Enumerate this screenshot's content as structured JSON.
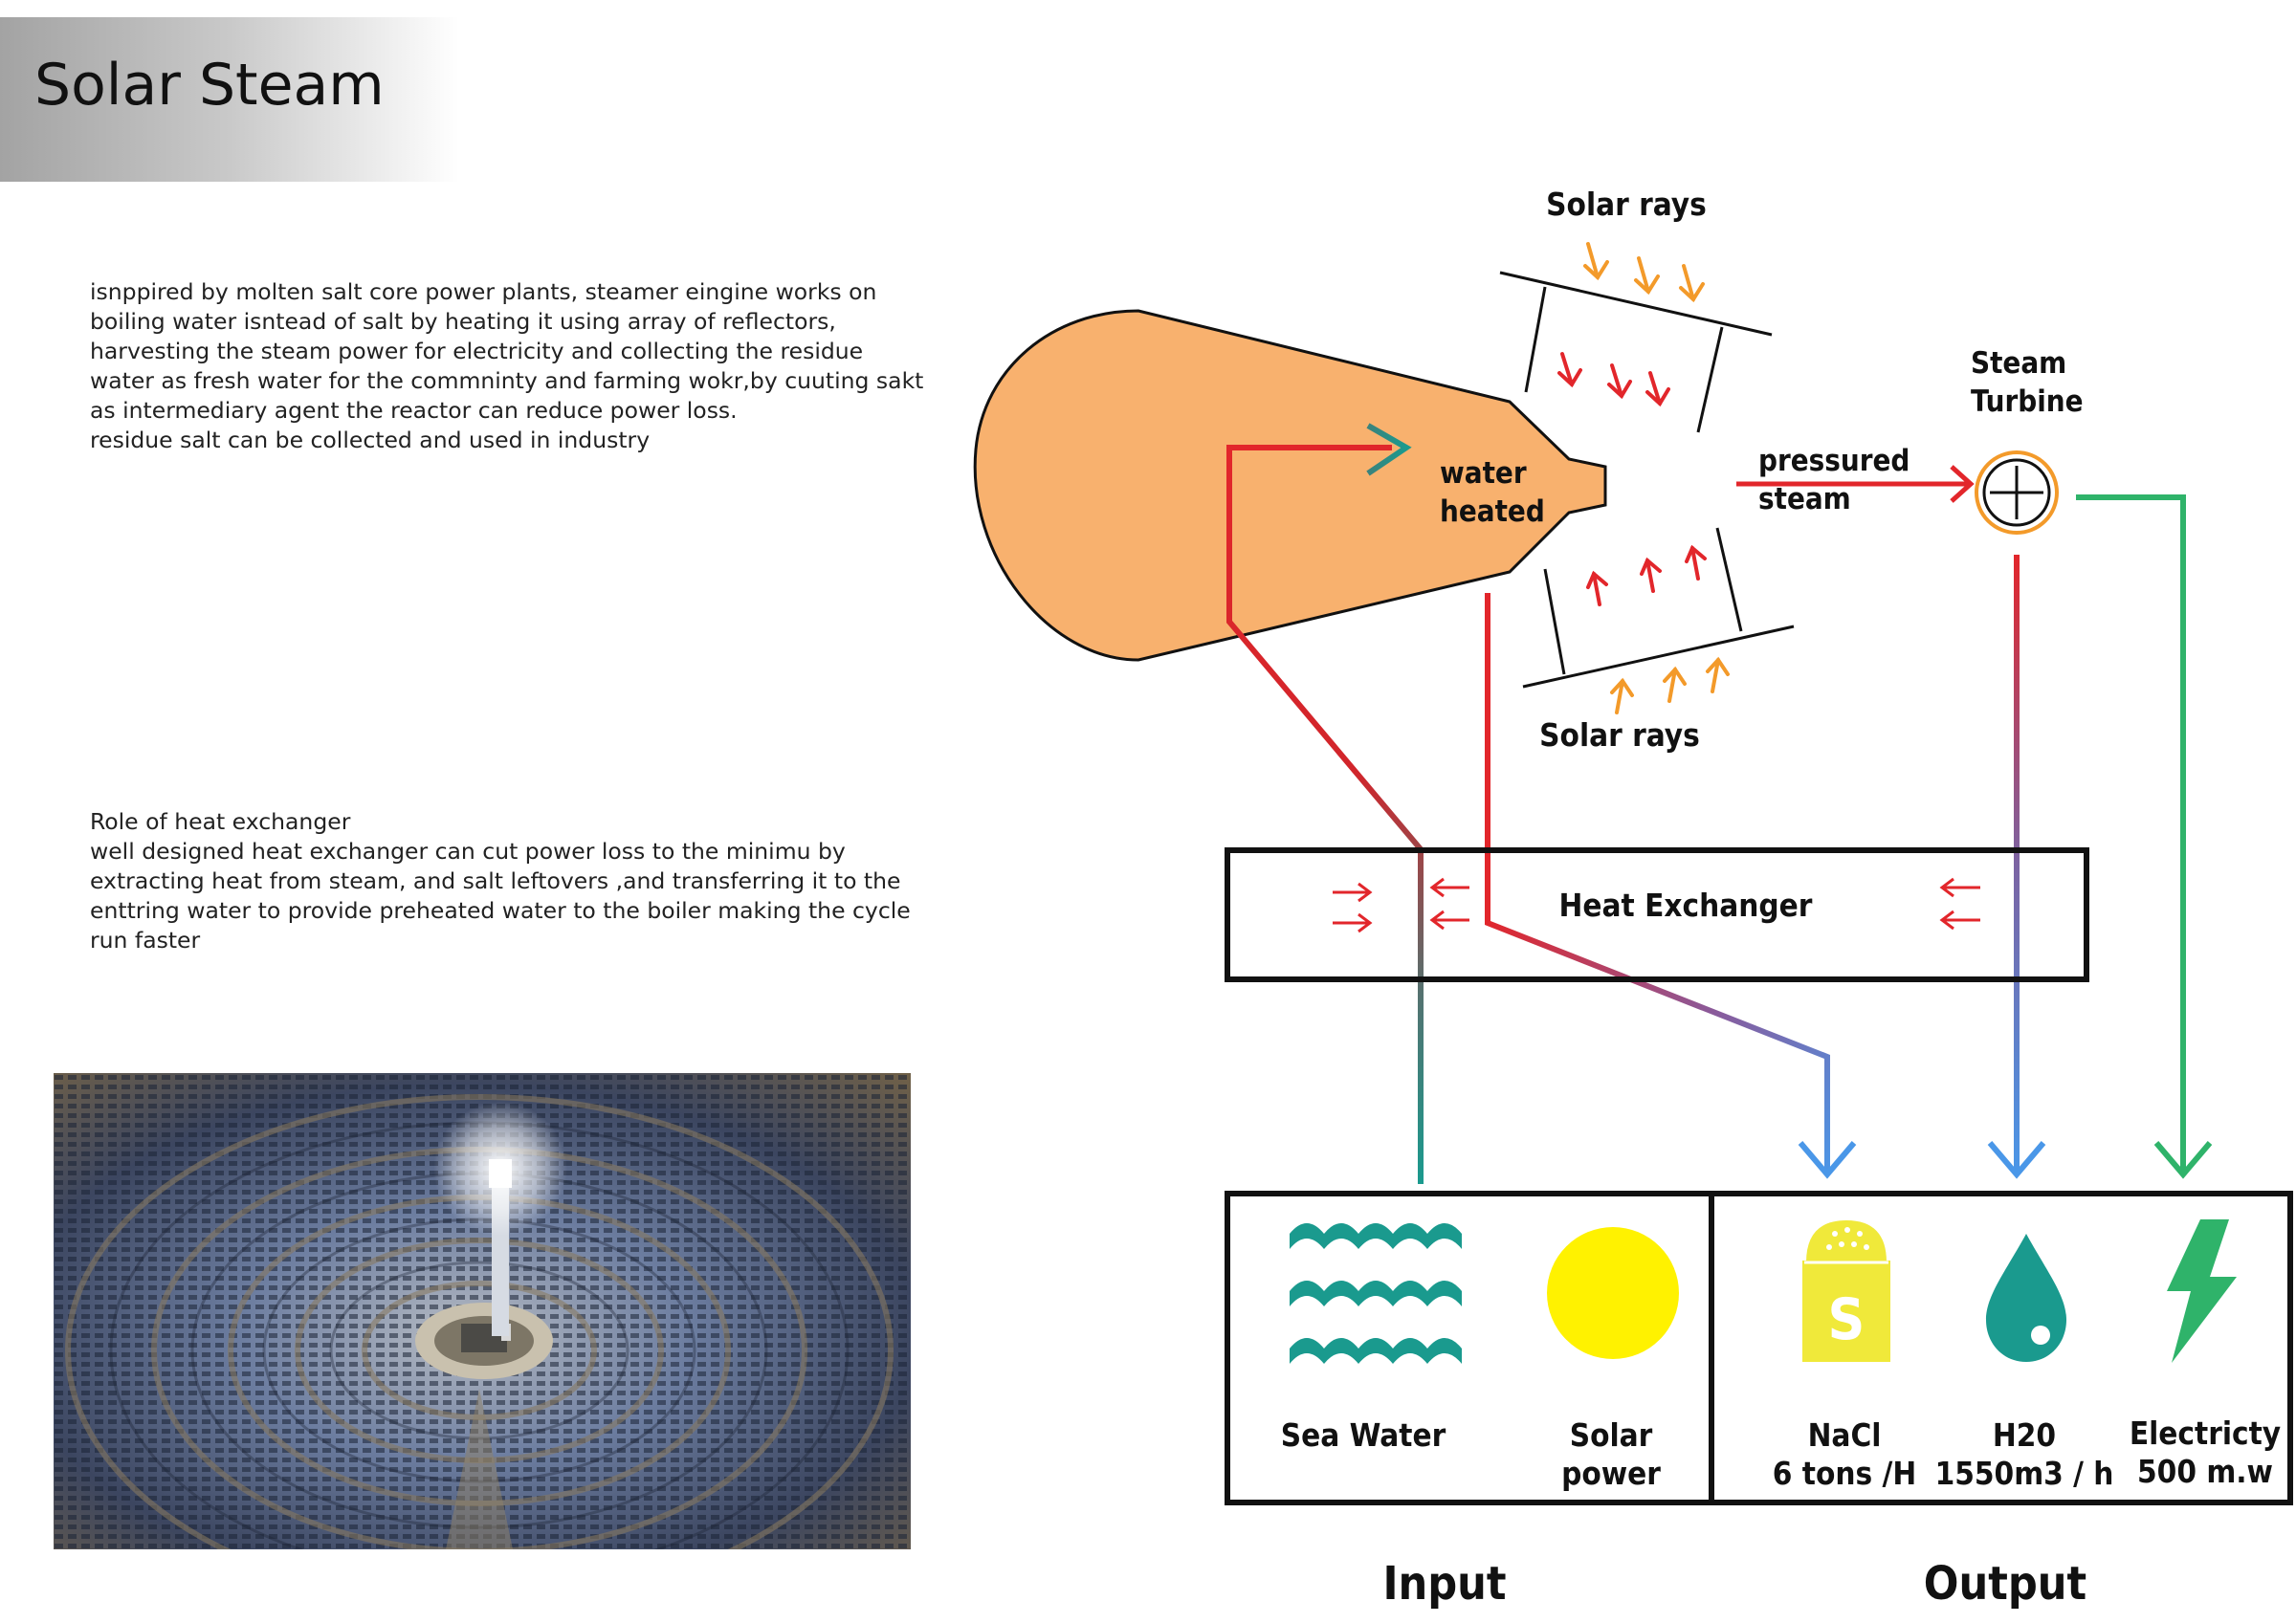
{
  "title": "Solar Steam",
  "intro_lines": [
    "isnppired by molten salt core power plants, steamer eingine works on",
    "boiling water isntead of salt by heating it using array of reflectors,",
    "harvesting the steam power for electricity and collecting the residue",
    "water as fresh water for the commninty and farming wokr,by cuuting sakt",
    "as intermediary agent the reactor can reduce power loss.",
    "residue salt can be collected and used in industry"
  ],
  "heat_lines": [
    "Role of heat exchanger",
    "well designed heat exchanger can cut power loss to the minimu by",
    "extracting heat from steam, and salt leftovers ,and transferring it to the",
    "enttring water to provide preheated water to the boiler making the cycle",
    "run faster"
  ],
  "diagram": {
    "solar_rays_top": "Solar rays",
    "solar_rays_bottom": "Solar rays",
    "water_heated": [
      "water",
      "heated"
    ],
    "pressured_steam": [
      "pressured",
      "steam"
    ],
    "steam_turbine": [
      "Steam",
      "Turbine"
    ],
    "heat_exchanger": "Heat Exchanger",
    "inputs": [
      {
        "label": [
          "Sea Water"
        ],
        "icon": "waves-icon"
      },
      {
        "label": [
          "Solar",
          "power"
        ],
        "icon": "sun-icon"
      }
    ],
    "outputs": [
      {
        "label": [
          "NaCl",
          "6 tons /H"
        ],
        "icon": "salt-shaker-icon"
      },
      {
        "label": [
          "H20",
          "1550m3 / h"
        ],
        "icon": "water-drop-icon"
      },
      {
        "label": [
          "Electricty",
          "500 m.w"
        ],
        "icon": "lightning-icon"
      }
    ],
    "salt_letter": "S",
    "input_caption": "Input",
    "output_caption": "Output"
  },
  "colors": {
    "hot": "#e2262b",
    "sea": "#1a9a8e",
    "fresh": "#4a97e8",
    "power": "#2fb36a",
    "sun": "#fff200",
    "salt": "#f0e93a",
    "ray": "#f39a2a"
  }
}
